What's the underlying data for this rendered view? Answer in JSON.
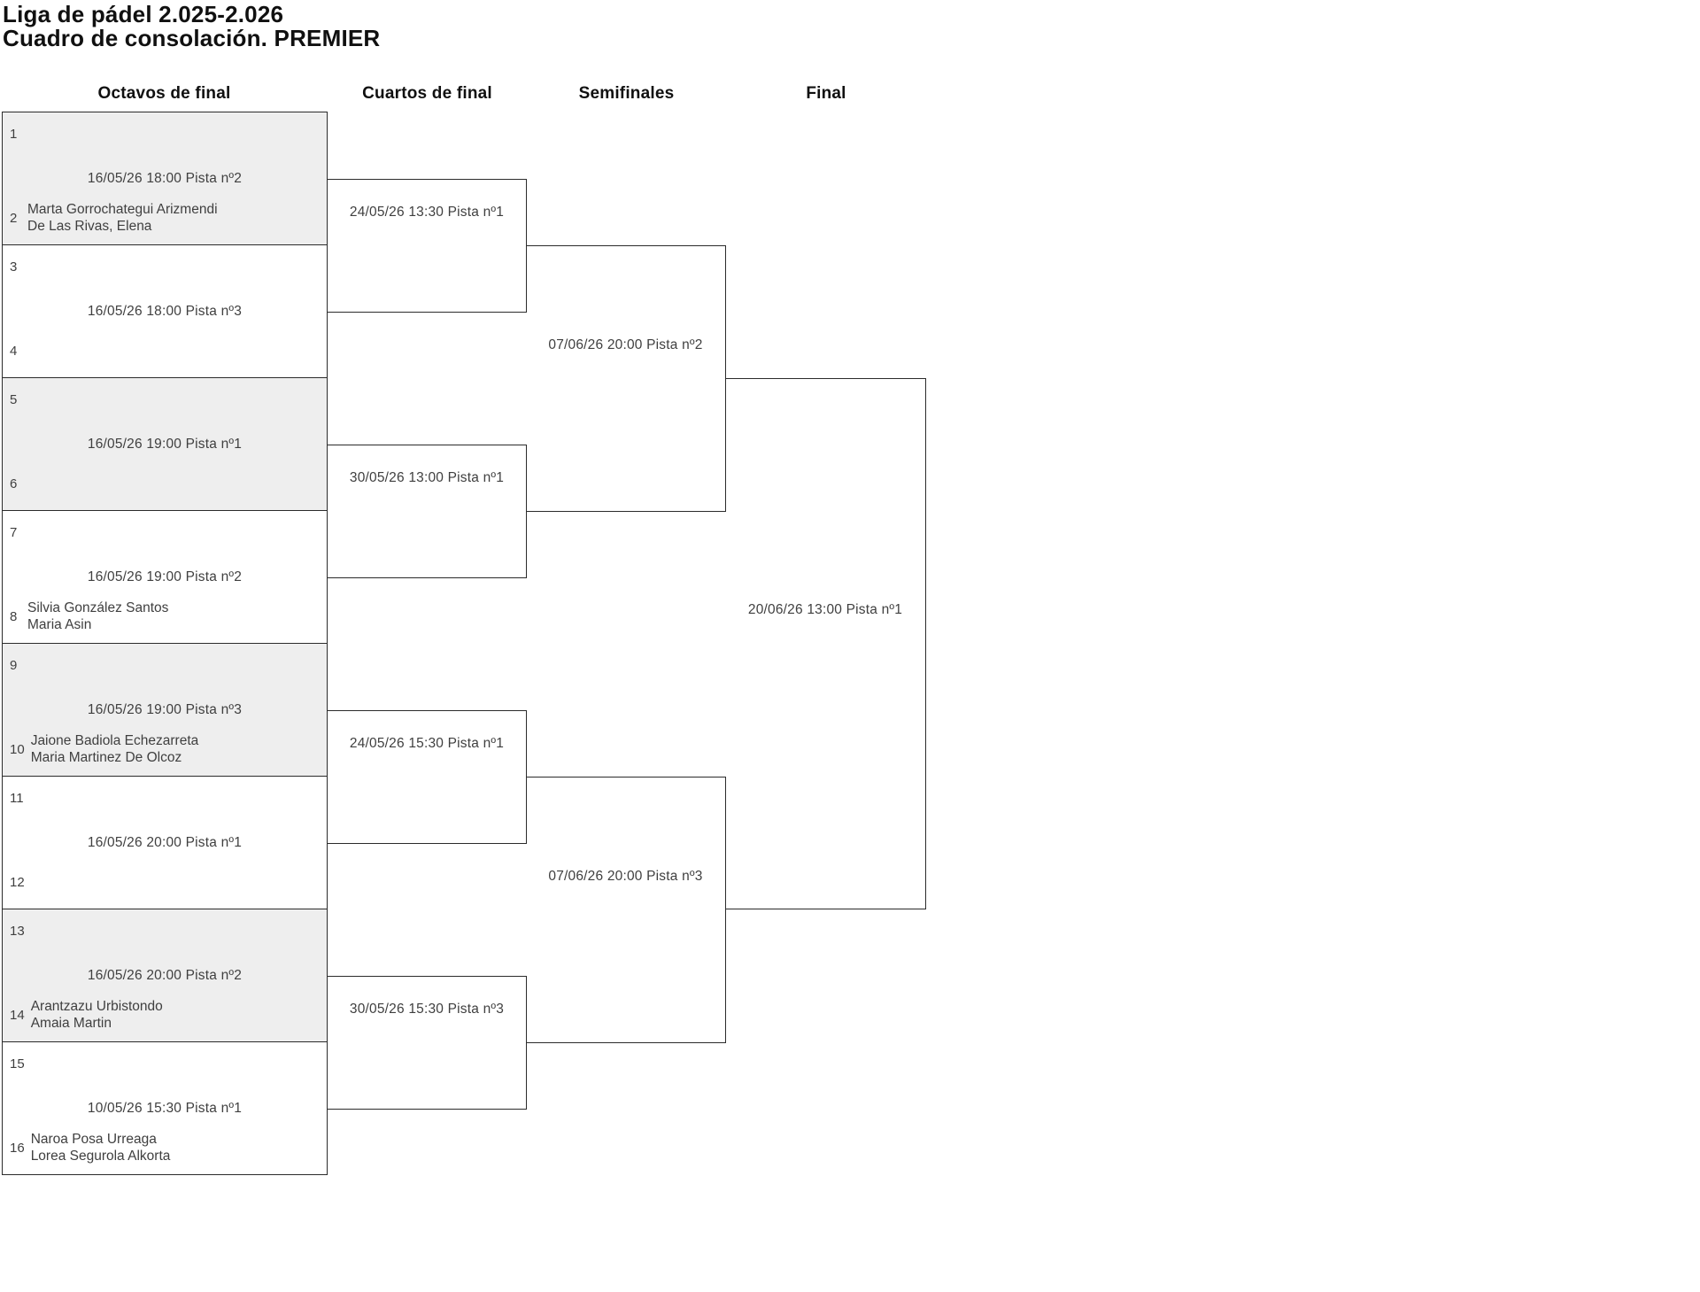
{
  "title": "Liga de pádel 2.025-2.026",
  "subtitle": "Cuadro de consolación. PREMIER",
  "round_headers": [
    "Octavos de final",
    "Cuartos de final",
    "Semifinales",
    "Final"
  ],
  "octavos": [
    {
      "top_slot": "1",
      "bottom_slot": "2",
      "match": "16/05/26 18:00 Pista nº2",
      "bottom_team": [
        "Marta Gorrochategui Arizmendi",
        "De Las Rivas, Elena"
      ],
      "shaded": true
    },
    {
      "top_slot": "3",
      "bottom_slot": "4",
      "match": "16/05/26 18:00 Pista nº3",
      "bottom_team": [],
      "shaded": false
    },
    {
      "top_slot": "5",
      "bottom_slot": "6",
      "match": "16/05/26 19:00 Pista nº1",
      "bottom_team": [],
      "shaded": true
    },
    {
      "top_slot": "7",
      "bottom_slot": "8",
      "match": "16/05/26 19:00 Pista nº2",
      "bottom_team": [
        "Silvia González Santos",
        "Maria Asin"
      ],
      "shaded": false
    },
    {
      "top_slot": "9",
      "bottom_slot": "10",
      "match": "16/05/26 19:00 Pista nº3",
      "bottom_team": [
        "Jaione Badiola Echezarreta",
        "Maria Martinez De Olcoz"
      ],
      "shaded": true
    },
    {
      "top_slot": "11",
      "bottom_slot": "12",
      "match": "16/05/26 20:00 Pista nº1",
      "bottom_team": [],
      "shaded": false
    },
    {
      "top_slot": "13",
      "bottom_slot": "14",
      "match": "16/05/26 20:00 Pista nº2",
      "bottom_team": [
        "Arantzazu Urbistondo",
        "Amaia Martin"
      ],
      "shaded": true
    },
    {
      "top_slot": "15",
      "bottom_slot": "16",
      "match": "10/05/26 15:30 Pista nº1",
      "bottom_team": [
        "Naroa Posa Urreaga",
        "Lorea Segurola Alkorta"
      ],
      "shaded": false
    }
  ],
  "cuartos": [
    "24/05/26 13:30 Pista nº1",
    "30/05/26 13:00 Pista nº1",
    "24/05/26 15:30 Pista nº1",
    "30/05/26 15:30 Pista nº3"
  ],
  "semifinales": [
    "07/06/26 20:00 Pista nº2",
    "07/06/26 20:00 Pista nº3"
  ],
  "final": [
    "20/06/26 13:00 Pista nº1"
  ],
  "colors": {
    "shaded_row": "#eeeeee",
    "line": "#2b2b2b",
    "text": "#3f3f3f",
    "heading": "#101010",
    "background": "#ffffff"
  }
}
